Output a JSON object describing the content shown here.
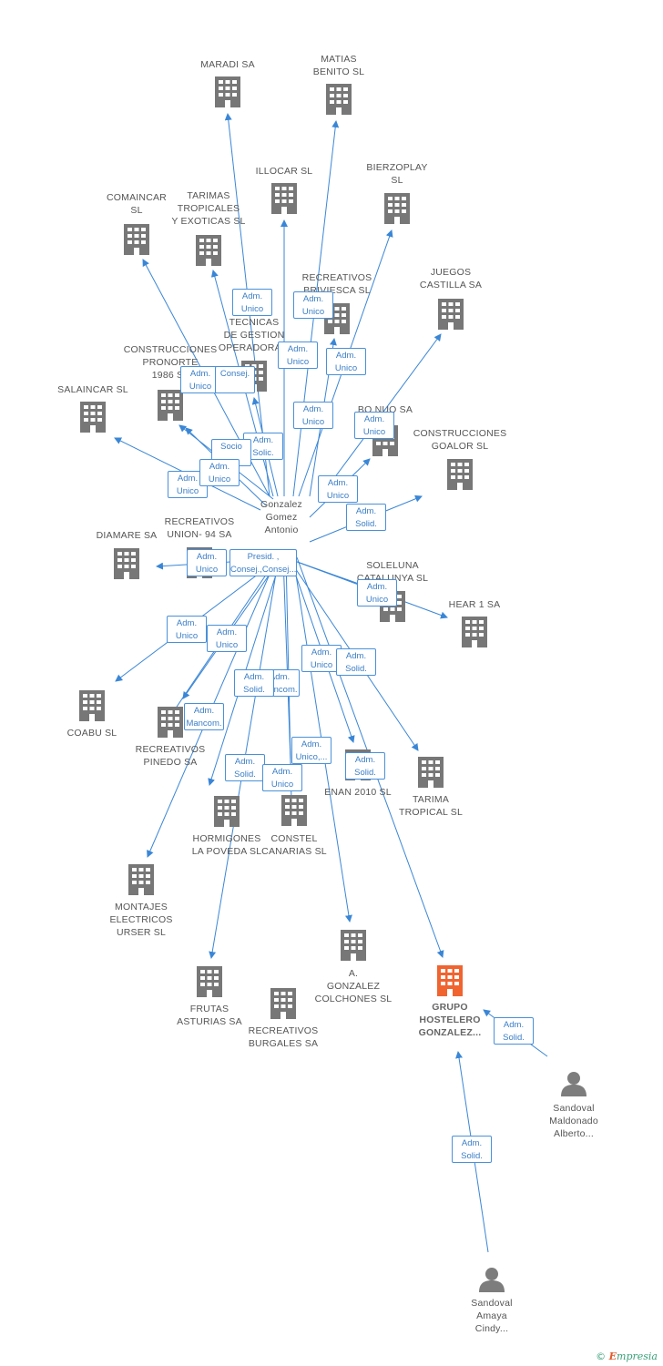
{
  "colors": {
    "edge": "#3a86d6",
    "company": "#777777",
    "focus": "#f06430",
    "person": "#7d7d7d"
  },
  "nodes": [
    {
      "id": "maradi",
      "label": "MARADI SA",
      "type": "company"
    },
    {
      "id": "matias",
      "label": "MATIAS\nBENITO SL",
      "type": "company"
    },
    {
      "id": "illocar",
      "label": "ILLOCAR SL",
      "type": "company"
    },
    {
      "id": "bierzoplay",
      "label": "BIERZOPLAY\nSL",
      "type": "company"
    },
    {
      "id": "comaincar",
      "label": "COMAINCAR\nSL",
      "type": "company"
    },
    {
      "id": "tarimas",
      "label": "TARIMAS\nTROPICALES\nY EXOTICAS SL",
      "type": "company"
    },
    {
      "id": "recbriv",
      "label": "RECREATIVOS\nBRIVIESCA SL",
      "type": "company"
    },
    {
      "id": "juegos",
      "label": "JUEGOS\nCASTILLA SA",
      "type": "company"
    },
    {
      "id": "tecnicas",
      "label": "TECNICAS\nDE GESTION\nOPERADORA...",
      "type": "company"
    },
    {
      "id": "pronorte",
      "label": "CONSTRUCCIONES\nPRONORTE\n1986  SL",
      "type": "company"
    },
    {
      "id": "salaincar",
      "label": "SALAINCAR SL",
      "type": "company"
    },
    {
      "id": "bonuo",
      "label": "BO  NUO SA",
      "type": "company"
    },
    {
      "id": "goalor",
      "label": "CONSTRUCCIONES\nGOALOR SL",
      "type": "company"
    },
    {
      "id": "gonzalez",
      "label": "Gonzalez\nGomez\nAntonio",
      "type": "person"
    },
    {
      "id": "union94",
      "label": "RECREATIVOS\nUNION- 94 SA",
      "type": "company"
    },
    {
      "id": "diamare",
      "label": "DIAMARE SA",
      "type": "company"
    },
    {
      "id": "soleluna",
      "label": "SOLELUNA\nCATALUNYA SL",
      "type": "company"
    },
    {
      "id": "hear1",
      "label": "HEAR 1 SA",
      "type": "company"
    },
    {
      "id": "coabu",
      "label": "COABU SL",
      "type": "company"
    },
    {
      "id": "pinedo",
      "label": "RECREATIVOS\nPINEDO SA",
      "type": "company"
    },
    {
      "id": "enan",
      "label": "ENAN 2010 SL",
      "type": "company"
    },
    {
      "id": "tarima",
      "label": "TARIMA\nTROPICAL SL",
      "type": "company"
    },
    {
      "id": "hormigones",
      "label": "HORMIGONES\nLA POVEDA SL",
      "type": "company"
    },
    {
      "id": "constel",
      "label": "CONSTEL\nCANARIAS  SL",
      "type": "company"
    },
    {
      "id": "montajes",
      "label": "MONTAJES\nELECTRICOS\nURSER SL",
      "type": "company"
    },
    {
      "id": "colchones",
      "label": "A.\nGONZALEZ\nCOLCHONES SL",
      "type": "company"
    },
    {
      "id": "frutas",
      "label": "FRUTAS\nASTURIAS SA",
      "type": "company"
    },
    {
      "id": "burgales",
      "label": "RECREATIVOS\nBURGALES SA",
      "type": "company"
    },
    {
      "id": "grupo",
      "label": "GRUPO\nHOSTELERO\nGONZALEZ...",
      "type": "focus"
    },
    {
      "id": "maldonado",
      "label": "Sandoval\nMaldonado\nAlberto...",
      "type": "person"
    },
    {
      "id": "cindy",
      "label": "Sandoval\nAmaya\nCindy...",
      "type": "person"
    }
  ],
  "edges": [
    {
      "label": "Adm.\nUnico"
    },
    {
      "label": "Adm.\nUnico"
    },
    {
      "label": "Adm.\nUnico"
    },
    {
      "label": "Adm.\nUnico"
    },
    {
      "label": "Adm.\nUnico"
    },
    {
      "label": "Consej."
    },
    {
      "label": "Adm.\nUnico"
    },
    {
      "label": "Adm.\nUnico"
    },
    {
      "label": "Adm.\nSolic."
    },
    {
      "label": "Socio"
    },
    {
      "label": "Adm.\nUnico"
    },
    {
      "label": "Adm.\nUnico"
    },
    {
      "label": "Adm.\nUnico"
    },
    {
      "label": "Adm.\nSolid."
    },
    {
      "label": "Adm.\nUnico"
    },
    {
      "label": "Presid. ,\nConsej.,Consej...."
    },
    {
      "label": "Adm.\nUnico"
    },
    {
      "label": "Adm.\nUnico"
    },
    {
      "label": "Adm.\nUnico"
    },
    {
      "label": "Adm.\nUnico"
    },
    {
      "label": "Adm.\nSolid."
    },
    {
      "label": "Adm.\nMancom."
    },
    {
      "label": "Adm.\nMancom."
    },
    {
      "label": "Adm.\nUnico"
    },
    {
      "label": "Adm.\nSolid."
    },
    {
      "label": "Adm.\nSolid."
    },
    {
      "label": "Adm.\nUnico,..."
    },
    {
      "label": "Adm.\nSolid."
    },
    {
      "label": "Adm.\nUnico"
    },
    {
      "label": "Adm.\nSolid."
    },
    {
      "label": "Adm.\nSolid."
    }
  ],
  "footer": {
    "copyright": "©",
    "brand_initial": "E",
    "brand_rest": "mpresia"
  }
}
